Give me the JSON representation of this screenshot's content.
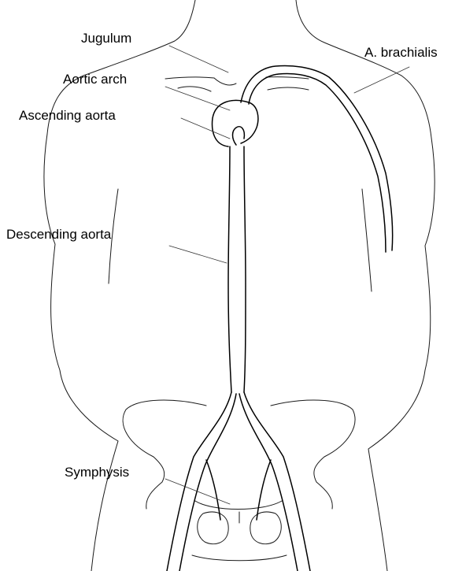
{
  "labels": {
    "jugulum": "Jugulum",
    "aortic_arch": "Aortic arch",
    "ascending_aorta": "Ascending aorta",
    "a_brachialis": "A. brachialis",
    "descending_aorta": "Descending aorta",
    "symphysis": "Symphysis"
  },
  "colors": {
    "line": "#000000",
    "background": "#ffffff"
  }
}
